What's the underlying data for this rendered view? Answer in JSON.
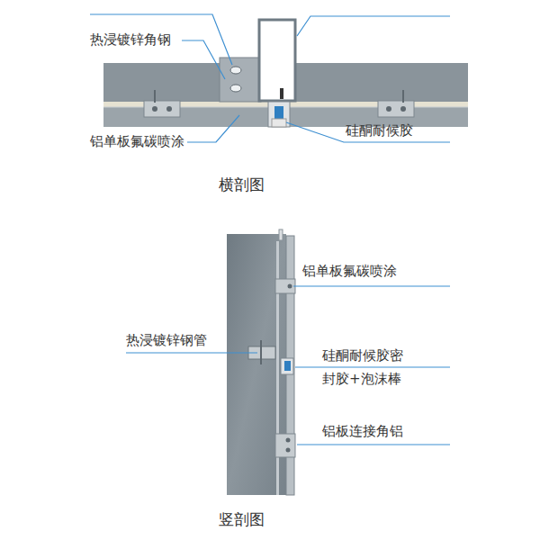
{
  "diagram": {
    "labels": [
      "热浸镀锌角钢",
      "铝单板氟碳喷涂",
      "硅酮耐候胶",
      "横剖图",
      "铝单板氟碳喷涂",
      "热浸镀锌钢管",
      "硅酮耐候胶密 封胶+泡沫棒",
      "铝板连接角铝",
      "竖剖图"
    ]
  }
}
